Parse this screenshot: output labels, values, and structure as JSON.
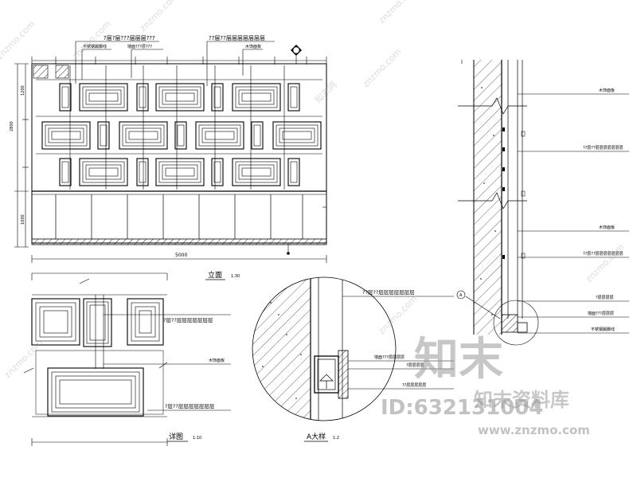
{
  "elevation": {
    "title": "立面",
    "scale": "1:30",
    "top_notes": [
      "?层?层???层层层???",
      "??层??层层层层层层层",
      "木饰面板"
    ],
    "small_labels": [
      "不锈钢踢脚线",
      "墙面???层???"
    ],
    "dim_total": "5000",
    "dim_left": [
      "2800",
      "1200",
      "1000"
    ]
  },
  "detail": {
    "title": "详图",
    "scale": "1:10",
    "notes": [
      "?层??层层层层层层层",
      "木饰面板",
      "?层??层层层层层层层"
    ]
  },
  "a_detail": {
    "title": "A大样",
    "scale": "1:2",
    "notes": [
      "??层??层层层层层层层",
      "墙面???层层层层",
      "?层层层层",
      "??层层层层层"
    ]
  },
  "section": {
    "marker": "A",
    "notes": [
      "木饰面板",
      "??层??层层层层层层层",
      "木饰面板",
      "??层??层层层层层层层",
      "?层层层层",
      "墙面???层层层",
      "不锈钢踢脚线"
    ]
  },
  "watermark": {
    "brand_cn": "知末",
    "brand_full": "知末资料库",
    "id_text": "ID:632131004",
    "url": "www.znzmo.com",
    "diag_text": "znzmo.com",
    "diag_cn": "知末网"
  }
}
